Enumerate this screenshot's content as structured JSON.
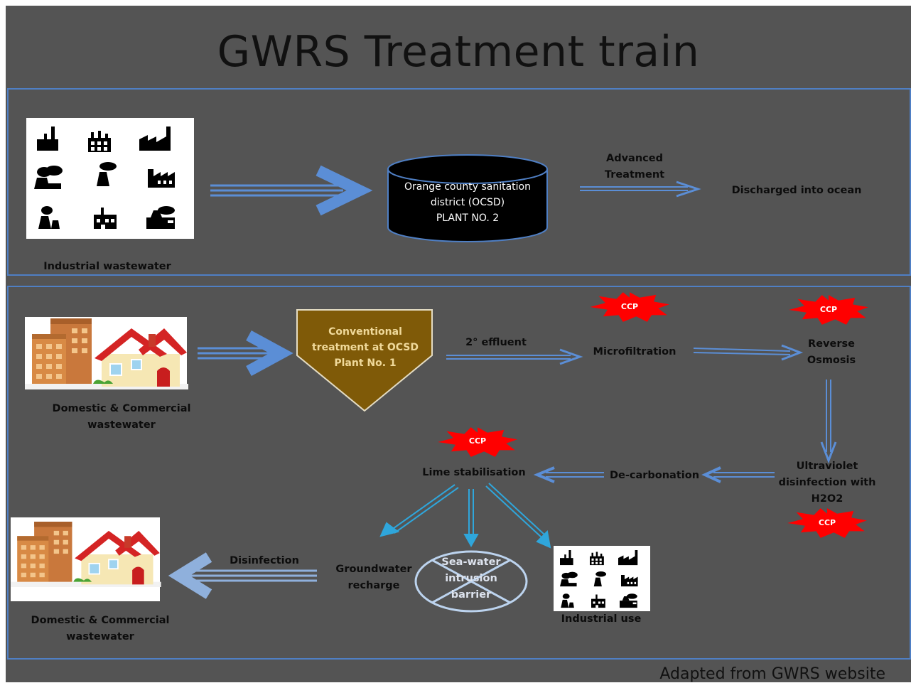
{
  "title": "GWRS Treatment train",
  "credit": "Adapted from GWRS website",
  "top_flow": {
    "source_label": "Industrial wastewater",
    "plant_line1": "Orange county sanitation",
    "plant_line2": "district (OCSD)",
    "plant_line3": "PLANT NO. 2",
    "step_line1": "Advanced",
    "step_line2": "Treatment",
    "destination": "Discharged into ocean"
  },
  "bottom_flow": {
    "source_line1": "Domestic & Commercial",
    "source_line2": "wastewater",
    "conv_line1": "Conventional",
    "conv_line2": "treatment at OCSD",
    "conv_line3": "Plant No. 1",
    "effluent_label": "2° effluent",
    "microfiltration": "Microfiltration",
    "ro_line1": "Reverse",
    "ro_line2": "Osmosis",
    "uv_line1": "Ultraviolet",
    "uv_line2": "disinfection with",
    "uv_line3": "H2O2",
    "decarbonation": "De-carbonation",
    "lime": "Lime stabilisation",
    "gw_line1": "Groundwater",
    "gw_line2": "recharge",
    "sw_line1": "Sea-water",
    "sw_line2": "intrusion",
    "sw_line3": "barrier",
    "industrial_use": "Industrial use",
    "disinfection": "Disinfection",
    "dest_line1": "Domestic & Commercial",
    "dest_line2": "wastewater"
  },
  "ccp_label": "CCP",
  "colors": {
    "background": "#545454",
    "panel_border": "#4f7fc4",
    "arrow_blue": "#5b8ed6",
    "arrow_cyan": "#2fa6db",
    "ccp_red": "#ff0000",
    "tank_black": "#000000",
    "funnel_brown": "#7f5a08"
  },
  "icons": [
    "factory-icon",
    "building-icon",
    "house-icon",
    "star-burst-icon",
    "no-entry-circle-icon"
  ]
}
